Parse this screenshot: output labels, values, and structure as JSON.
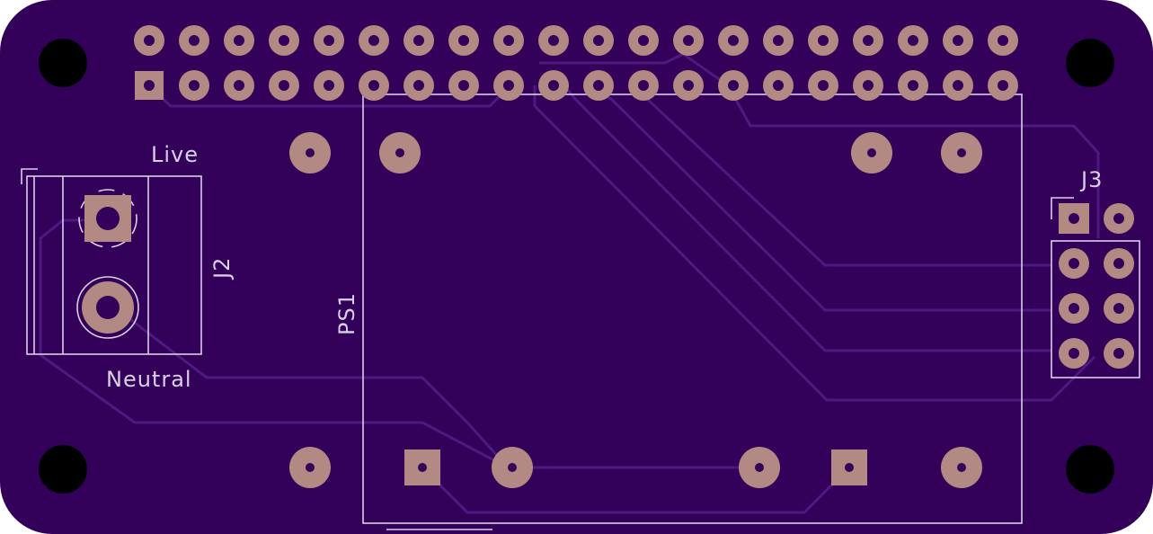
{
  "colors": {
    "board": "#33005a",
    "trace": "#4e1a80",
    "pad": "#b28a83",
    "hole": "#000000",
    "silkscreen": "#d9cfe6",
    "background": "#ffffff"
  },
  "labels": {
    "live": "Live",
    "neutral": "Neutral",
    "j2": "J2",
    "j3": "J3",
    "ps1": "PS1"
  },
  "header": {
    "columns": 20,
    "rows": 2
  },
  "j3_connector": {
    "columns": 2,
    "rows": 4
  }
}
